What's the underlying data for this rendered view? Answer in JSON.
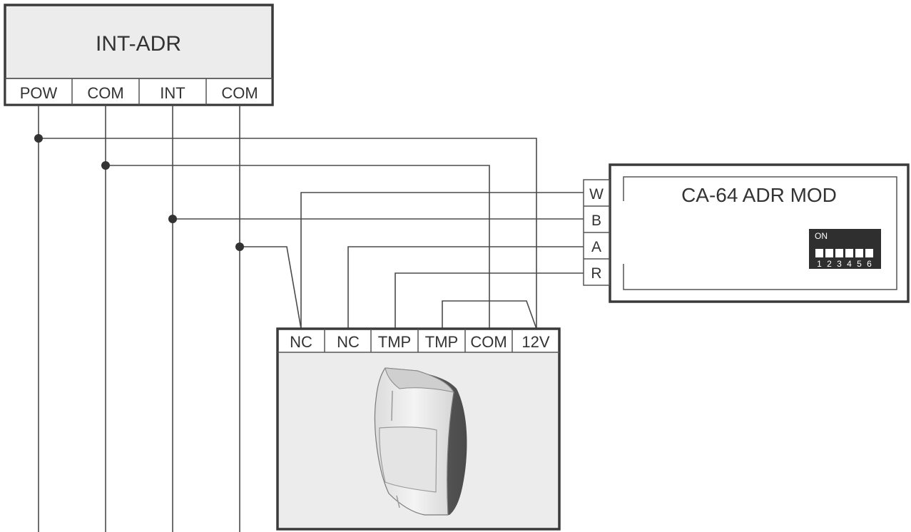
{
  "int_adr": {
    "title": "INT-ADR",
    "terminals": [
      "POW",
      "COM",
      "INT",
      "COM"
    ]
  },
  "ca64_module": {
    "title": "CA-64 ADR MOD",
    "terminals": [
      "W",
      "B",
      "A",
      "R"
    ],
    "dip_switch": {
      "on_label": "ON",
      "numbers": [
        "1",
        "2",
        "3",
        "4",
        "5",
        "6"
      ]
    }
  },
  "detector": {
    "terminals": [
      "NC",
      "NC",
      "TMP",
      "TMP",
      "COM",
      "12V"
    ]
  },
  "colors": {
    "box_fill": "#ececec",
    "border": "#3a3a3a",
    "wire": "#4a4a4a",
    "text": "#333333"
  }
}
